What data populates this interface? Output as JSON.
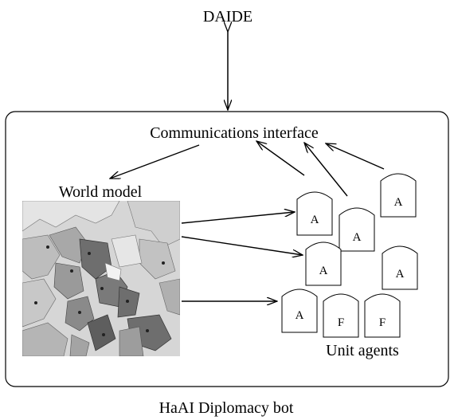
{
  "top_label": "DAIDE",
  "interface_label": "Communications interface",
  "world_model_label": "World model",
  "unit_agents_label": "Unit agents",
  "bot_label": "HaAI Diplomacy bot",
  "units": [
    {
      "letter": "A"
    },
    {
      "letter": "A"
    },
    {
      "letter": "A"
    },
    {
      "letter": "A"
    },
    {
      "letter": "A"
    },
    {
      "letter": "A"
    },
    {
      "letter": "F"
    },
    {
      "letter": "F"
    }
  ],
  "colors": {
    "map_bg": "#d6d6d6",
    "map_dark": "#6e6e6e",
    "map_mid": "#9a9a9a"
  }
}
